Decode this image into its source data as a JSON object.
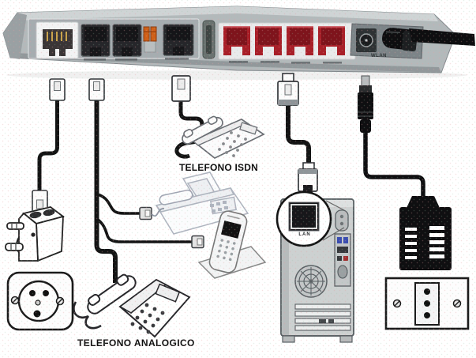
{
  "labels": {
    "telefono_isdn": "TELEFONO ISDN",
    "telefono_analogico": "TELEFONO ANALOGICO",
    "lan_port": "LAN",
    "wlan_port": "WLAN"
  },
  "colors": {
    "router_body": "#b3b9bb",
    "router_recess": "#9aa1a5",
    "lan_port_red": "#a81f28",
    "lan_port_red_dark": "#7e141c",
    "cable_black": "#141414",
    "line_art_dark": "#222222",
    "line_art_mid": "#666666",
    "fax_faint": "#aab0bc",
    "power_adapter_black": "#0f0f11"
  }
}
